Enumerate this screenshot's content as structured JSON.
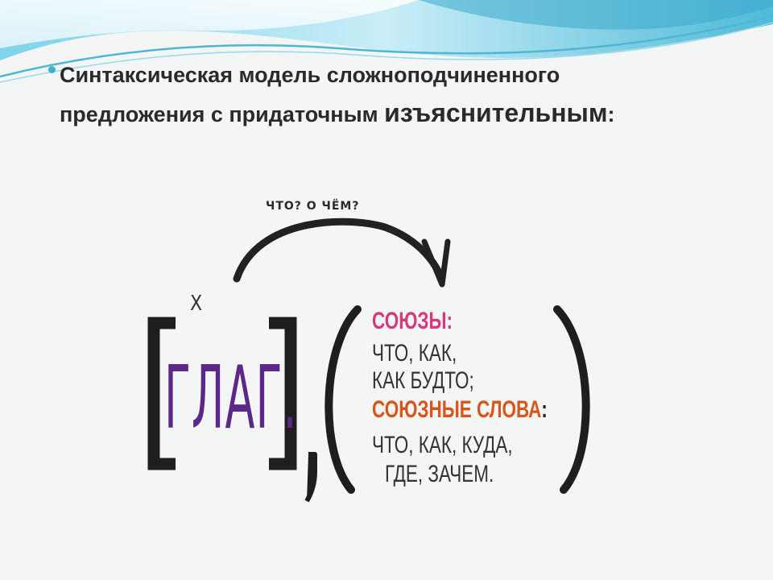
{
  "slide": {
    "title_part1": "Синтаксическая модель  сложноподчиненного",
    "title_part2": "предложения  с придаточным ",
    "title_emphasis": "изъяснительным",
    "title_colon": ":"
  },
  "diagram": {
    "question": "ЧТО?   О ЧЁМ?",
    "predicate_mark": "Х",
    "main_word": "ГЛАГ.",
    "conjunctions_label": "СОЮЗЫ:",
    "conjunctions_line1": "ЧТО,  КАК,",
    "conjunctions_line2": "КАК БУДТО;",
    "conj_words_label": "СОЮЗНЫЕ СЛОВА",
    "conj_words_colon": ":",
    "conj_words_line1": "ЧТО,  КАК,  КУДА,",
    "conj_words_line2": "ГДЕ,   ЗАЧЕМ."
  },
  "colors": {
    "verb": "#5b2887",
    "conjunctions_label": "#d63a7a",
    "conj_words_label": "#d8561c",
    "wave": "#5cc3de"
  }
}
